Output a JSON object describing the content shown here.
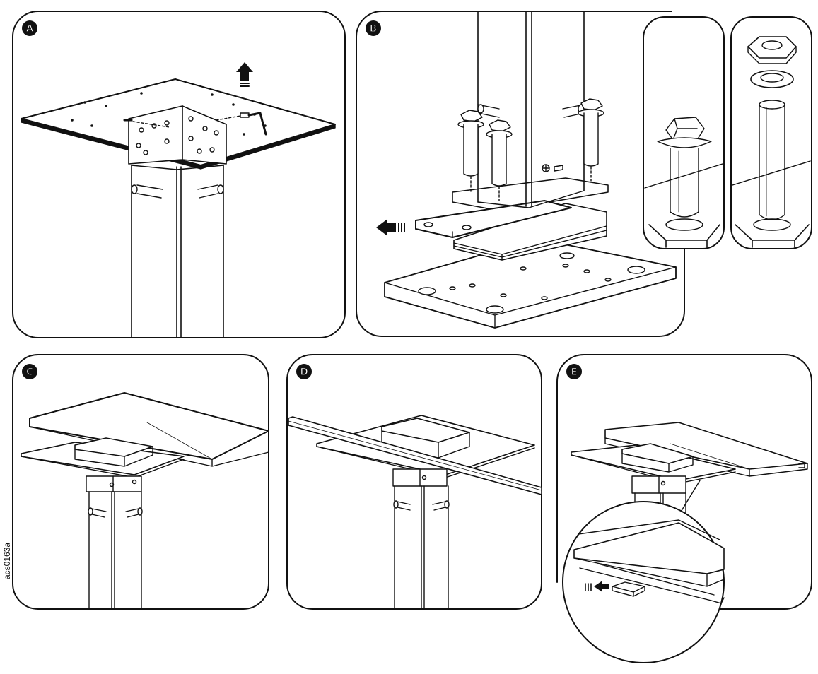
{
  "panels": {
    "a": {
      "label": "A"
    },
    "b": {
      "label": "B"
    },
    "c": {
      "label": "C"
    },
    "d": {
      "label": "D"
    },
    "e": {
      "label": "E"
    }
  },
  "figure_code": "acs0163a"
}
